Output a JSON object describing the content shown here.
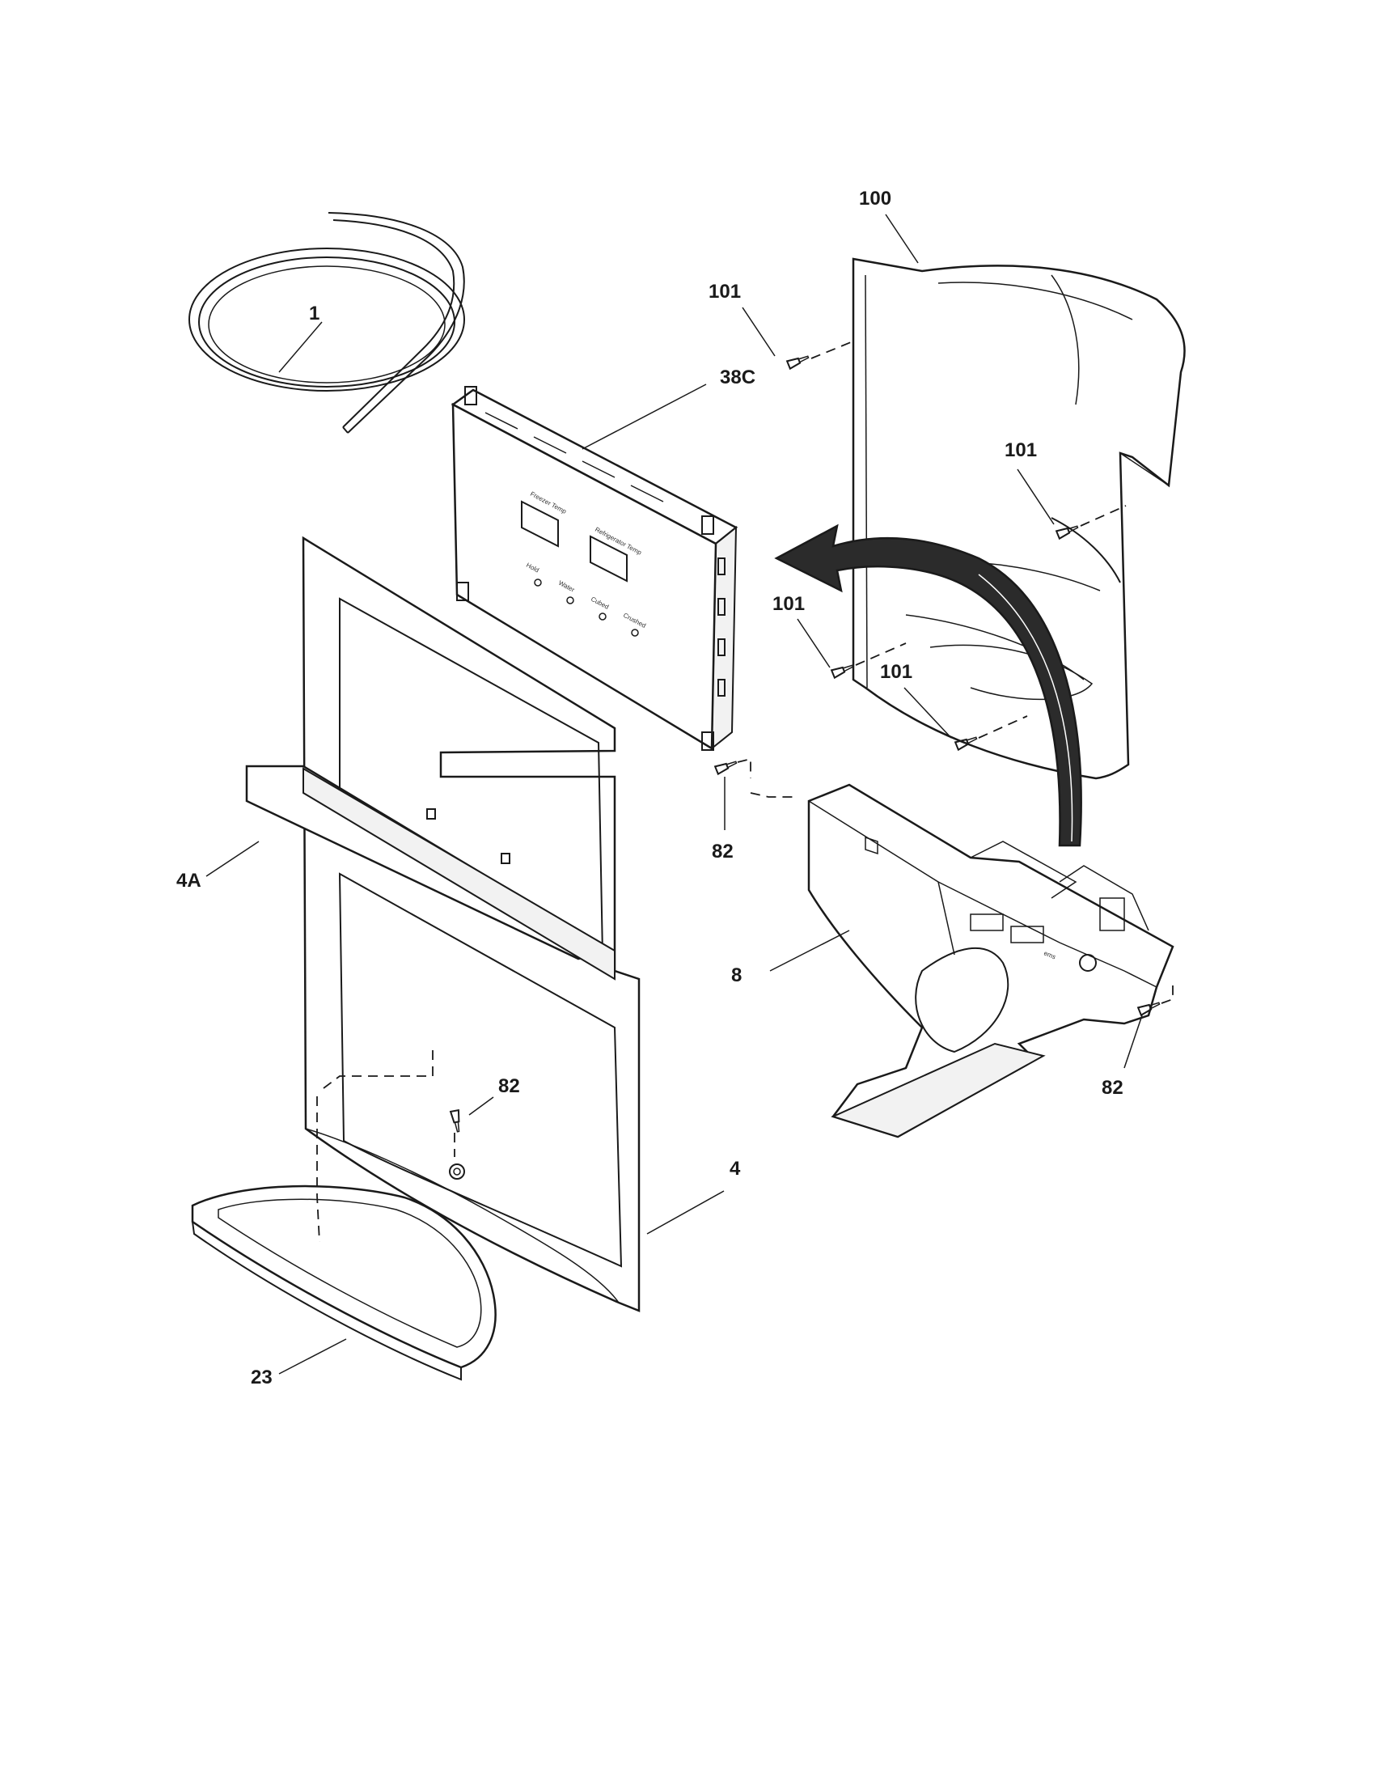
{
  "labels": {
    "p100": "100",
    "p101a": "101",
    "p101b": "101",
    "p101c": "101",
    "p101d": "101",
    "p1": "1",
    "p38c": "38C",
    "p4a": "4A",
    "p82a": "82",
    "p82b": "82",
    "p82c": "82",
    "p8": "8",
    "p4": "4",
    "p23": "23"
  }
}
